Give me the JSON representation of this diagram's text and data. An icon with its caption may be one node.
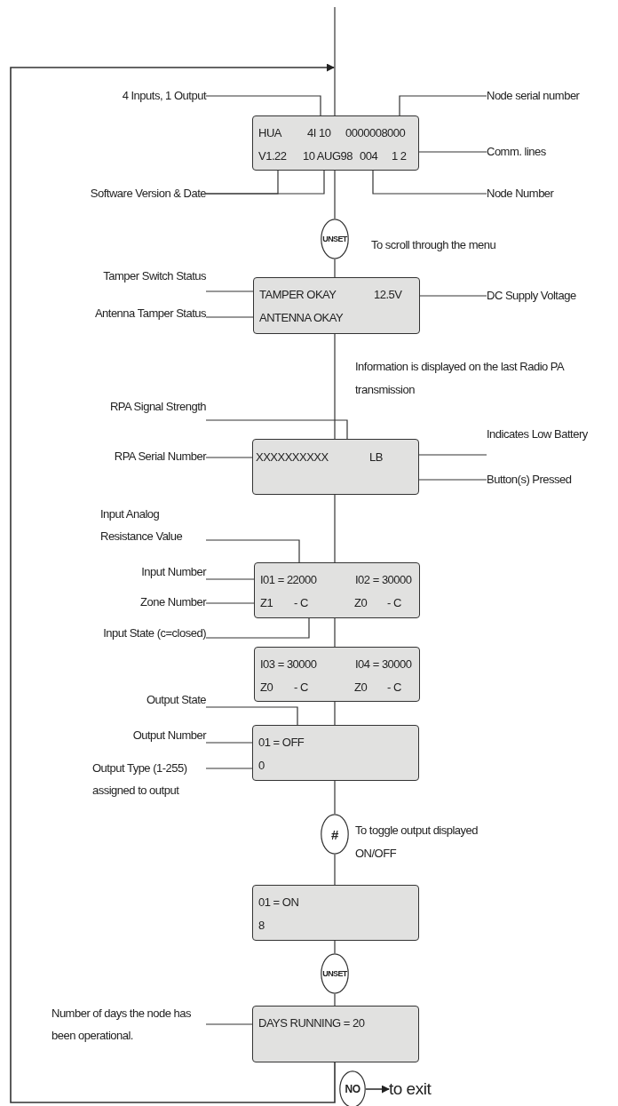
{
  "diagram": {
    "nodes": [
      {
        "text": [
          "4 Inputs, 1 Output"
        ]
      },
      {
        "text": [
          "Node serial number"
        ]
      },
      {
        "text": [
          "HUA",
          "4I 10",
          "0000008000",
          "V1.22",
          "10 AUG98",
          "004",
          "1 2"
        ]
      },
      {
        "text": [
          "Comm. lines"
        ]
      },
      {
        "text": [
          "Software Version & Date"
        ]
      },
      {
        "text": [
          "Node Number"
        ]
      },
      {
        "text": [
          "UNSET"
        ],
        "beside": [
          "To scroll through the menu"
        ]
      },
      {
        "text": [
          "Tamper Switch Status"
        ]
      },
      {
        "text": [
          "TAMPER OKAY",
          "12.5V",
          "ANTENNA OKAY"
        ]
      },
      {
        "text": [
          "DC Supply Voltage"
        ]
      },
      {
        "text": [
          "Antenna Tamper Status"
        ]
      },
      {
        "text": [
          "RPA Signal Strength"
        ]
      },
      {
        "text": [
          "Indicates Low Battery"
        ]
      },
      {
        "text": [
          "RPA Serial Number"
        ]
      },
      {
        "text": [
          "XXXXXXXXXX",
          "LB"
        ]
      },
      {
        "text": [
          "Button(s) Pressed"
        ]
      },
      {
        "text": [
          "Input Analog Resistance Value"
        ]
      },
      {
        "text": [
          "Input Number"
        ]
      },
      {
        "text": [
          "I01 = 22000",
          "I02 = 30000",
          "Z1",
          "- C",
          "Z0",
          "- C"
        ]
      },
      {
        "text": [
          "Zone Number"
        ]
      },
      {
        "text": [
          "Input State (c=closed)"
        ]
      },
      {
        "text": [
          "I03 = 30000",
          "I04 = 30000",
          "Z0",
          "- C",
          "Z0",
          "- C"
        ]
      },
      {
        "text": [
          "Output State"
        ]
      },
      {
        "text": [
          "Output Number"
        ]
      },
      {
        "text": [
          "01 = OFF",
          "0"
        ]
      },
      {
        "text": [
          "Output Type (1-255) assigned to output"
        ]
      },
      {
        "text": [
          "#"
        ],
        "beside": [
          "To toggle output displayed ON/OFF"
        ]
      },
      {
        "text": [
          "01 = ON",
          "8"
        ]
      },
      {
        "text": [
          "UNSET"
        ]
      },
      {
        "text": [
          "Number of days the node has been operational."
        ]
      },
      {
        "text": [
          "DAYS RUNNING = 20"
        ]
      },
      {
        "text": [
          "NO"
        ]
      },
      {
        "text": [
          "to exit"
        ]
      }
    ],
    "edges": [
      {
        "from": null,
        "to": 2,
        "arrow": "none"
      },
      {
        "from": 2,
        "to": 6,
        "arrow": "none"
      },
      {
        "from": 6,
        "to": 8,
        "arrow": "none"
      },
      {
        "from": 8,
        "to": 14,
        "arrow": "none"
      },
      {
        "from": 14,
        "to": 18,
        "arrow": "none"
      },
      {
        "from": 18,
        "to": 21,
        "arrow": "none"
      },
      {
        "from": 21,
        "to": 24,
        "arrow": "none"
      },
      {
        "from": 24,
        "to": 26,
        "arrow": "none"
      },
      {
        "from": 26,
        "to": 27,
        "arrow": "none"
      },
      {
        "from": 27,
        "to": 28,
        "arrow": "none"
      },
      {
        "from": 28,
        "to": 30,
        "arrow": "none"
      },
      {
        "from": 30,
        "to": null,
        "arrow": "to"
      },
      {
        "from": 31,
        "to": 32,
        "arrow": "to"
      },
      {
        "from": 0,
        "to": 2,
        "arrow": "none"
      },
      {
        "from": 1,
        "to": 2,
        "arrow": "none"
      },
      {
        "from": 3,
        "to": 2,
        "arrow": "none"
      },
      {
        "from": 4,
        "to": 2,
        "arrow": "none"
      },
      {
        "from": 4,
        "to": 2,
        "arrow": "none"
      },
      {
        "from": 5,
        "to": 2,
        "arrow": "none"
      },
      {
        "from": 7,
        "to": 8,
        "arrow": "none"
      },
      {
        "from": 10,
        "to": 8,
        "arrow": "none"
      },
      {
        "from": 9,
        "to": 8,
        "arrow": "none"
      },
      {
        "from": 11,
        "to": 14,
        "arrow": "none"
      },
      {
        "from": 13,
        "to": 14,
        "arrow": "none"
      },
      {
        "from": 12,
        "to": 14,
        "arrow": "none"
      },
      {
        "from": 15,
        "to": 14,
        "arrow": "none"
      },
      {
        "from": 16,
        "to": 18,
        "arrow": "none"
      },
      {
        "from": 17,
        "to": 18,
        "arrow": "none"
      },
      {
        "from": 19,
        "to": 18,
        "arrow": "none"
      },
      {
        "from": 20,
        "to": 18,
        "arrow": "none"
      },
      {
        "from": 22,
        "to": 24,
        "arrow": "none"
      },
      {
        "from": 23,
        "to": 24,
        "arrow": "none"
      },
      {
        "from": 25,
        "to": 24,
        "arrow": "none"
      },
      {
        "from": 29,
        "to": 30,
        "arrow": "none"
      }
    ],
    "labels": [
      "Information is displayed on the last Radio PA transmission"
    ]
  }
}
